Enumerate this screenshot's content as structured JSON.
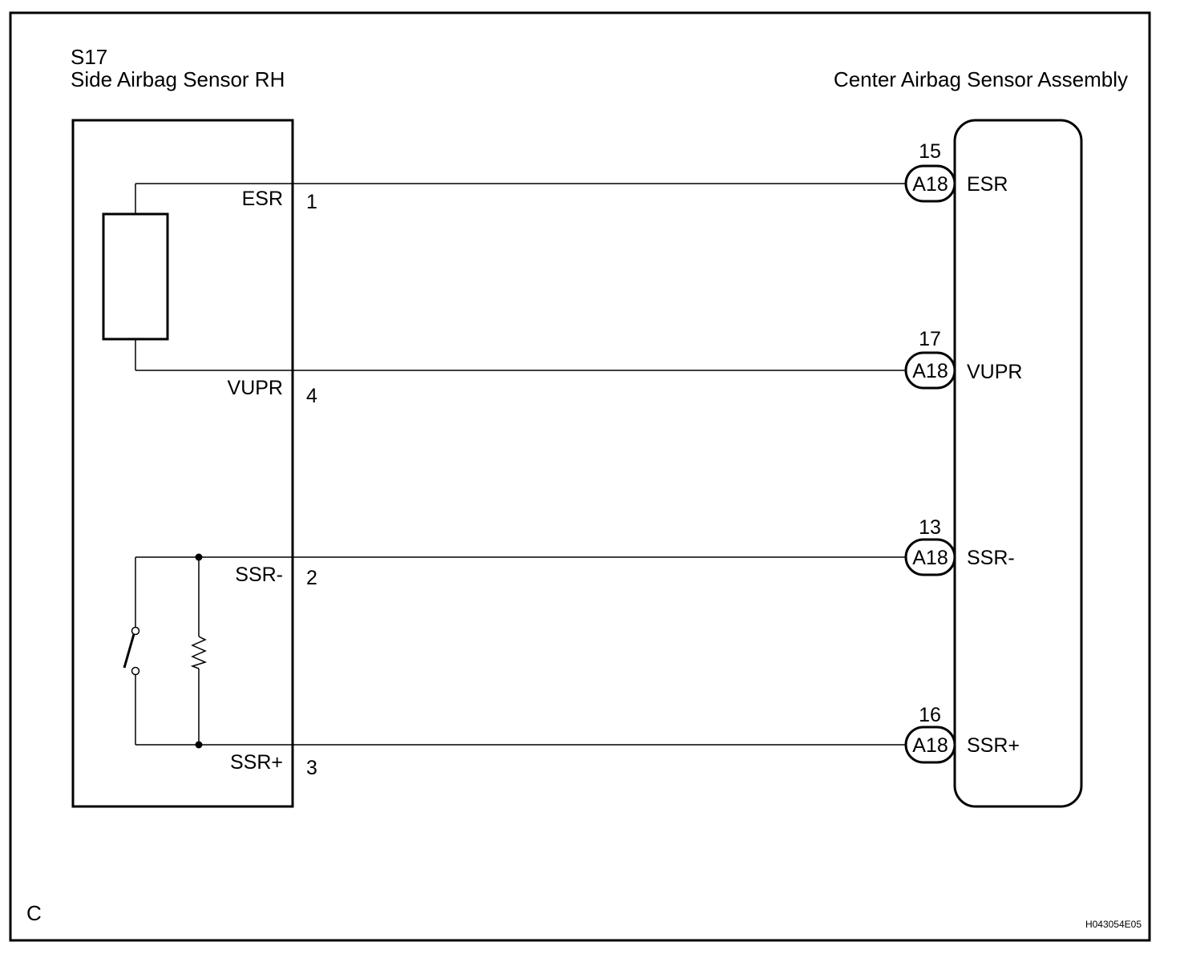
{
  "left_component": {
    "code": "S17",
    "name": "Side Airbag Sensor RH"
  },
  "right_component": {
    "name": "Center Airbag Sensor Assembly"
  },
  "left_pins": [
    {
      "signal": "ESR",
      "number": "1"
    },
    {
      "signal": "VUPR",
      "number": "4"
    },
    {
      "signal": "SSR-",
      "number": "2"
    },
    {
      "signal": "SSR+",
      "number": "3"
    }
  ],
  "right_pins": [
    {
      "connector": "A18",
      "number": "15",
      "signal": "ESR"
    },
    {
      "connector": "A18",
      "number": "17",
      "signal": "VUPR"
    },
    {
      "connector": "A18",
      "number": "13",
      "signal": "SSR-"
    },
    {
      "connector": "A18",
      "number": "16",
      "signal": "SSR+"
    }
  ],
  "footer": {
    "corner_letter": "C",
    "figure_code": "H043054E05"
  }
}
